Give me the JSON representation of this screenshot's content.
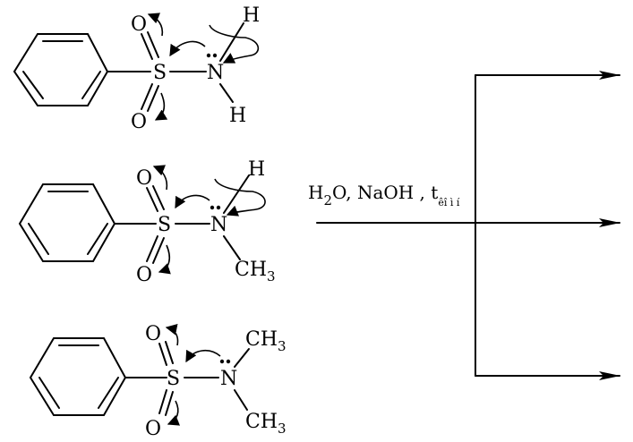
{
  "molecules": [
    {
      "atoms": {
        "s": "S",
        "o_top": "O",
        "o_bottom": "O",
        "n": "N",
        "sub_a": "H",
        "sub_b": "H"
      }
    },
    {
      "atoms": {
        "s": "S",
        "o_top": "O",
        "o_bottom": "O",
        "n": "N",
        "sub_a": "H",
        "sub_b_main": "CH",
        "sub_b_index": "3"
      }
    },
    {
      "atoms": {
        "s": "S",
        "o_top": "O",
        "o_bottom": "O",
        "n": "N",
        "sub_a_main": "CH",
        "sub_a_index": "3",
        "sub_b_main": "CH",
        "sub_b_index": "3"
      }
    }
  ],
  "reaction": {
    "cond_h": "H",
    "cond_h_index": "2",
    "cond_rest": "O, NaOH , t",
    "cond_t_index": "êî ì í"
  },
  "colors": {
    "ink": "#000000",
    "background": "#ffffff"
  }
}
